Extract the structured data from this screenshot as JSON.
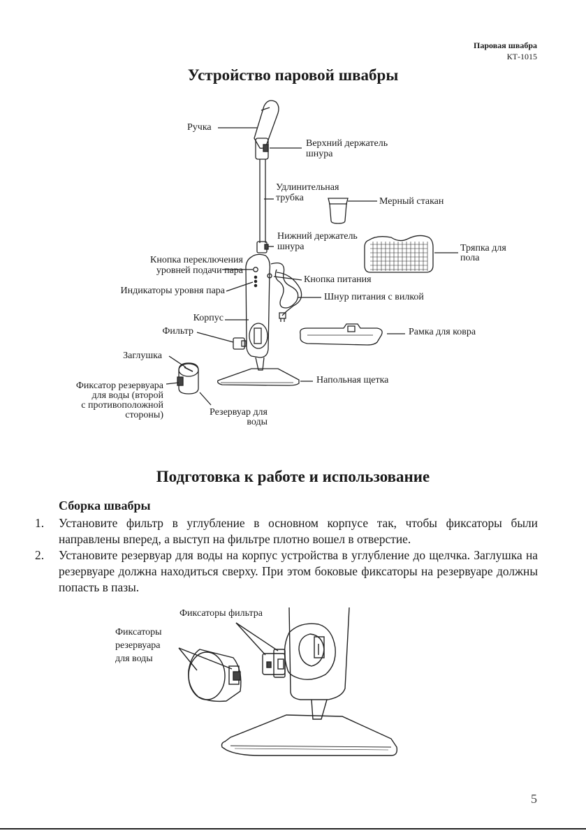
{
  "header": {
    "product": "Паровая швабра",
    "model": "КТ-1015"
  },
  "section1": {
    "title": "Устройство паровой швабры",
    "labels": {
      "handle": "Ручка",
      "upper_holder_1": "Верхний держатель",
      "upper_holder_2": "шнура",
      "tube_1": "Удлинительная",
      "tube_2": "трубка",
      "cup": "Мерный стакан",
      "lower_holder_1": "Нижний держатель",
      "lower_holder_2": "шнура",
      "cloth_1": "Тряпка для",
      "cloth_2": "пола",
      "switch_1": "Кнопка переключения",
      "switch_2": "уровней подачи пара",
      "power_button": "Кнопка питания",
      "indicators": "Индикаторы уровня пара",
      "cord": "Шнур питания с вилкой",
      "body": "Корпус",
      "filter": "Фильтр",
      "carpet_frame": "Рамка для ковра",
      "plug": "Заглушка",
      "floor_brush": "Напольная щетка",
      "latch_1": "Фиксатор резервуара",
      "latch_2": "для воды (второй",
      "latch_3": "с противоположной",
      "latch_4": "стороны)",
      "tank_1": "Резервуар для",
      "tank_2": "воды"
    }
  },
  "section2": {
    "title": "Подготовка к работе и использование",
    "subtitle": "Сборка швабры",
    "steps": [
      {
        "num": "1.",
        "text": "Установите фильтр в углубление в основном корпусе так, чтобы фиксаторы были направлены вперед, а выступ на фильтре плотно вошел в отверстие."
      },
      {
        "num": "2.",
        "text": "Установите резервуар для воды на корпус устройства в углубление до щелчка. Заглушка на резервуаре должна находиться сверху. При этом боковые фиксаторы на резервуаре должны попасть в пазы."
      }
    ],
    "figure2": {
      "filter_latches": "Фиксаторы фильтра",
      "tank_latches_1": "Фиксаторы",
      "tank_latches_2": "резервуара",
      "tank_latches_3": "для воды"
    }
  },
  "page_number": "5"
}
